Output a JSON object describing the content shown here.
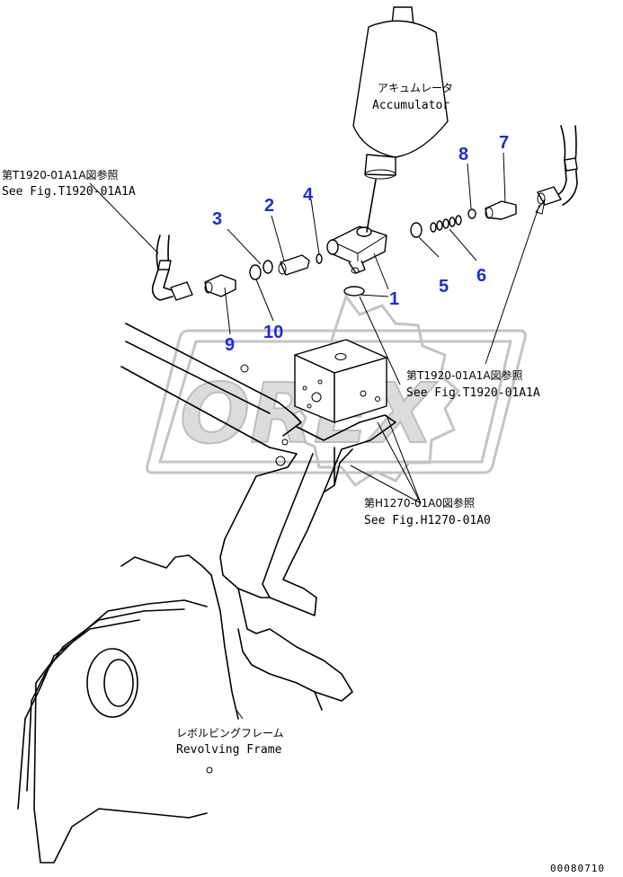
{
  "watermark": {
    "text": "OREX"
  },
  "labels": {
    "accumulator_jp": "アキュムレータ",
    "accumulator_en": "Accumulator",
    "ref_left_jp": "第T1920-01A1A図参照",
    "ref_left_en": "See Fig.T1920-01A1A",
    "ref_right_jp": "第T1920-01A1A図参照",
    "ref_right_en": "See Fig.T1920-01A1A",
    "ref_h_jp": "第H1270-01A0図参照",
    "ref_h_en": "See Fig.H1270-01A0",
    "frame_jp": "レボルビングフレーム",
    "frame_en": "Revolving Frame"
  },
  "part_numbers": {
    "p1": "1",
    "p2": "2",
    "p3": "3",
    "p4": "4",
    "p5": "5",
    "p6": "6",
    "p7": "7",
    "p8": "8",
    "p9": "9",
    "p10": "10"
  },
  "drawing_code": "00080710",
  "colors": {
    "part_number": "#1e2bd6",
    "line": "#000000",
    "watermark": "#c4c4c4"
  }
}
